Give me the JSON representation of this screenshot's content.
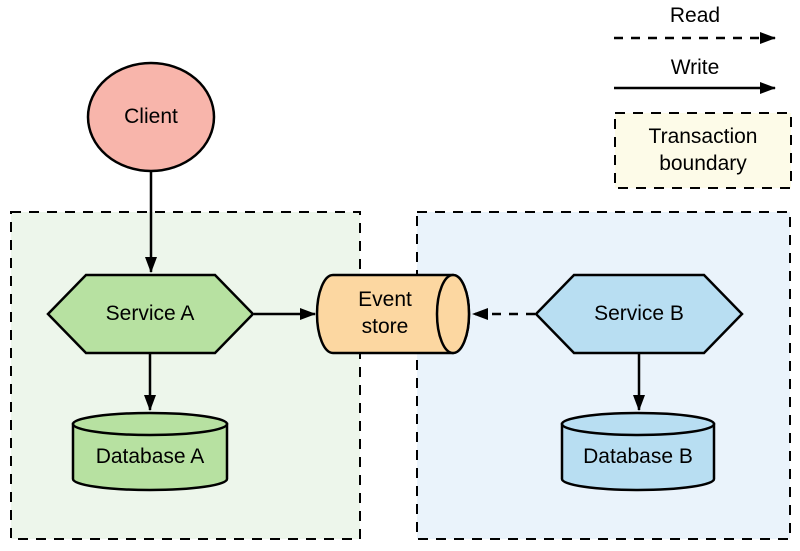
{
  "diagram": {
    "type": "event-sourcing-architecture",
    "background": "#ffffff",
    "stroke_color": "#000000"
  },
  "legend": {
    "read_label": "Read",
    "write_label": "Write",
    "transaction_boundary_label": "Transaction boundary",
    "transaction_boundary_fill": "#fdfbe8"
  },
  "nodes": {
    "client": {
      "label": "Client",
      "shape": "ellipse",
      "fill": "#f8b5ab"
    },
    "service_a": {
      "label": "Service A",
      "shape": "hexagon",
      "fill": "#b7e1a1"
    },
    "database_a": {
      "label": "Database A",
      "shape": "database-cylinder",
      "fill": "#b7e1a1"
    },
    "event_store": {
      "label": "Event store",
      "shape": "horizontal-cylinder",
      "fill": "#fcd7a1"
    },
    "service_b": {
      "label": "Service B",
      "shape": "hexagon",
      "fill": "#b8def2"
    },
    "database_b": {
      "label": "Database B",
      "shape": "database-cylinder",
      "fill": "#b8def2"
    }
  },
  "boundaries": {
    "service_a_boundary_fill": "#edf6eb",
    "service_b_boundary_fill": "#eaf3fb"
  },
  "edges": [
    {
      "from": "Client",
      "to": "Service A",
      "kind": "write",
      "style": "solid"
    },
    {
      "from": "Service A",
      "to": "Event store",
      "kind": "write",
      "style": "solid"
    },
    {
      "from": "Service A",
      "to": "Database A",
      "kind": "write",
      "style": "solid"
    },
    {
      "from": "Service B",
      "to": "Event store",
      "kind": "read",
      "style": "dashed"
    },
    {
      "from": "Service B",
      "to": "Database B",
      "kind": "write",
      "style": "solid"
    }
  ]
}
